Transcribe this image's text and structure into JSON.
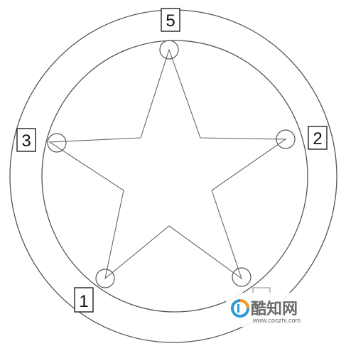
{
  "colors": {
    "line": "#555555",
    "background": "#ffffff",
    "watermark_text": "#6b6b6b",
    "watermark_blue": "#2f9ad8",
    "watermark_orange": "#f39a1e"
  },
  "labels": {
    "point_5": "5",
    "point_2": "2",
    "point_3": "3",
    "point_1": "1"
  },
  "watermark": {
    "name": "酷知网",
    "url": "www.coozhi.com"
  }
}
